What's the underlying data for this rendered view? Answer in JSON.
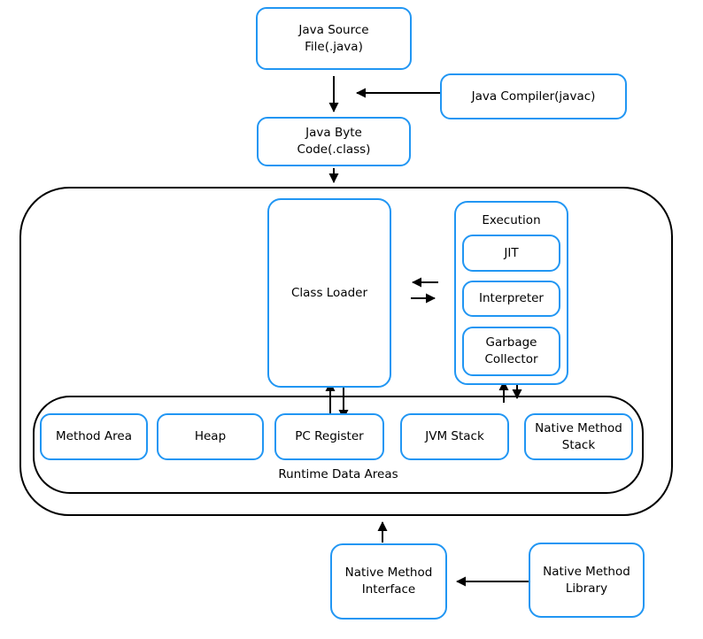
{
  "colors": {
    "node_border": "#2196F3",
    "container_border": "#000000",
    "arrow": "#000000",
    "text": "#000000",
    "background": "#ffffff"
  },
  "nodes": {
    "java_source": {
      "label": "Java Source\nFile(.java)"
    },
    "java_compiler": {
      "label": "Java Compiler(javac)"
    },
    "java_byte_code": {
      "label": "Java Byte\nCode(.class)"
    },
    "class_loader": {
      "label": "Class Loader"
    },
    "execution": {
      "label": "Execution"
    },
    "jit": {
      "label": "JIT"
    },
    "interpreter": {
      "label": "Interpreter"
    },
    "garbage_collector": {
      "label": "Garbage\nCollector"
    },
    "method_area": {
      "label": "Method Area"
    },
    "heap": {
      "label": "Heap"
    },
    "pc_register": {
      "label": "PC Register"
    },
    "jvm_stack": {
      "label": "JVM Stack"
    },
    "native_method_stack": {
      "label": "Native Method\nStack"
    },
    "runtime_data_areas": {
      "label": "Runtime Data Areas"
    },
    "native_method_interface": {
      "label": "Native Method\nInterface"
    },
    "native_method_library": {
      "label": "Native Method\nLibrary"
    }
  }
}
